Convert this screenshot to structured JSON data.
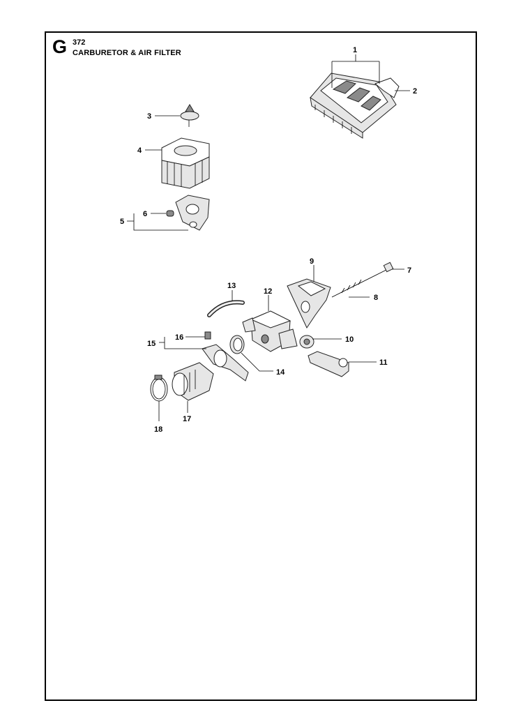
{
  "header": {
    "section_letter": "G",
    "model": "372",
    "title": "CARBURETOR & AIR FILTER"
  },
  "callouts": {
    "c1": "1",
    "c2": "2",
    "c3": "3",
    "c4": "4",
    "c5": "5",
    "c6": "6",
    "c7": "7",
    "c8": "8",
    "c9": "9",
    "c10": "10",
    "c11": "11",
    "c12": "12",
    "c13": "13",
    "c14": "14",
    "c15": "15",
    "c16": "16",
    "c17": "17",
    "c18": "18"
  }
}
